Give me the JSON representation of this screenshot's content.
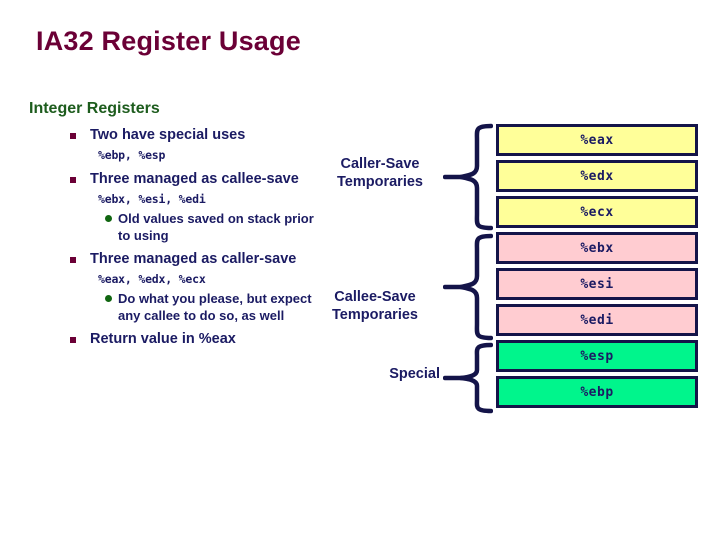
{
  "slide": {
    "title": "IA32 Register Usage",
    "section_heading": "Integer Registers",
    "title_color": "#6b0036",
    "heading_color": "#1d5c1d",
    "body_text_color": "#1b1b63",
    "bullet_square_color": "#6b0036",
    "bullet_dot_color": "#116611",
    "border_color": "#141449"
  },
  "bullets": {
    "b1": "Two have special uses",
    "b1_sub": "%ebp, %esp",
    "b2": "Three managed as callee-save",
    "b2_sub": "%ebx, %esi, %edi",
    "b2_note": "Old values saved on stack prior to using",
    "b3": "Three managed as caller-save",
    "b3_sub": "%eax, %edx, %ecx",
    "b3_note": "Do what you please, but expect any callee to do so, as well",
    "b4": "Return value in %eax"
  },
  "groups": [
    {
      "label_line1": "Caller-Save",
      "label_line2": "Temporaries"
    },
    {
      "label_line1": "Callee-Save",
      "label_line2": "Temporaries"
    },
    {
      "label_line1": "Special",
      "label_line2": ""
    }
  ],
  "group_labels": {
    "caller_save": "Caller-Save\nTemporaries",
    "callee_save": "Callee-Save\nTemporaries",
    "special": "Special"
  },
  "registers": [
    {
      "name": "%eax",
      "fill": "#ffff99",
      "group": "caller-save"
    },
    {
      "name": "%edx",
      "fill": "#ffff99",
      "group": "caller-save"
    },
    {
      "name": "%ecx",
      "fill": "#ffff99",
      "group": "caller-save"
    },
    {
      "name": "%ebx",
      "fill": "#ffccd1",
      "group": "callee-save"
    },
    {
      "name": "%esi",
      "fill": "#ffccd1",
      "group": "callee-save"
    },
    {
      "name": "%edi",
      "fill": "#ffccd1",
      "group": "callee-save"
    },
    {
      "name": "%esp",
      "fill": "#00f58c",
      "group": "special"
    },
    {
      "name": "%ebp",
      "fill": "#00f58c",
      "group": "special"
    }
  ],
  "colors": {
    "caller_save_fill": "#ffff99",
    "callee_save_fill": "#ffccd1",
    "special_fill": "#00f58c"
  }
}
